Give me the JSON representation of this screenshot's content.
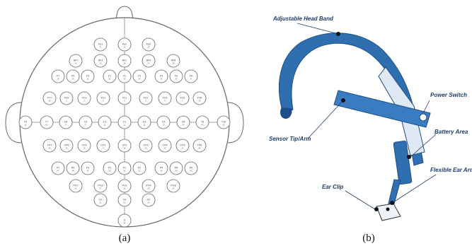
{
  "panel_a": {
    "caption": "(a)",
    "electrodes": [
      {
        "name": "Fp1",
        "num": "21"
      },
      {
        "name": "Fpz",
        "num": "22"
      },
      {
        "name": "Fp2",
        "num": "23"
      },
      {
        "name": "AF7",
        "num": "24"
      },
      {
        "name": "AF3",
        "num": "25"
      },
      {
        "name": "AFz",
        "num": "26"
      },
      {
        "name": "AF4",
        "num": "27"
      },
      {
        "name": "AF8",
        "num": "28"
      },
      {
        "name": "F7",
        "num": "29"
      },
      {
        "name": "F5",
        "num": "30"
      },
      {
        "name": "F3",
        "num": "31"
      },
      {
        "name": "F1",
        "num": "32"
      },
      {
        "name": "Fz",
        "num": "33"
      },
      {
        "name": "F2",
        "num": "34"
      },
      {
        "name": "F4",
        "num": "35"
      },
      {
        "name": "F6",
        "num": "36"
      },
      {
        "name": "F8",
        "num": "37"
      },
      {
        "name": "FT7",
        "num": "38"
      },
      {
        "name": "FC5",
        "num": "1"
      },
      {
        "name": "FC3",
        "num": "2"
      },
      {
        "name": "FC1",
        "num": "3"
      },
      {
        "name": "FCz",
        "num": "4"
      },
      {
        "name": "FC2",
        "num": "5"
      },
      {
        "name": "FC4",
        "num": "6"
      },
      {
        "name": "FC6",
        "num": "7"
      },
      {
        "name": "FT8",
        "num": "39"
      },
      {
        "name": "T9",
        "num": "42"
      },
      {
        "name": "T7",
        "num": "41"
      },
      {
        "name": "C5",
        "num": "8"
      },
      {
        "name": "C3",
        "num": "9"
      },
      {
        "name": "C1",
        "num": "10"
      },
      {
        "name": "Cz",
        "num": "11"
      },
      {
        "name": "C2",
        "num": "12"
      },
      {
        "name": "C4",
        "num": "13"
      },
      {
        "name": "C6",
        "num": "14"
      },
      {
        "name": "T8",
        "num": "42"
      },
      {
        "name": "T10",
        "num": "43"
      },
      {
        "name": "TP7",
        "num": "45"
      },
      {
        "name": "CP5",
        "num": "15"
      },
      {
        "name": "CP3",
        "num": "16"
      },
      {
        "name": "CP1",
        "num": "17"
      },
      {
        "name": "CPz",
        "num": "18"
      },
      {
        "name": "CP2",
        "num": "19"
      },
      {
        "name": "CP4",
        "num": "20"
      },
      {
        "name": "CP6",
        "num": "21"
      },
      {
        "name": "TP8",
        "num": "46"
      },
      {
        "name": "P7",
        "num": "47"
      },
      {
        "name": "P5",
        "num": "48"
      },
      {
        "name": "P3",
        "num": "49"
      },
      {
        "name": "P1",
        "num": "50"
      },
      {
        "name": "Pz",
        "num": "51"
      },
      {
        "name": "P2",
        "num": "52"
      },
      {
        "name": "P4",
        "num": "53"
      },
      {
        "name": "P6",
        "num": "54"
      },
      {
        "name": "P8",
        "num": "55"
      },
      {
        "name": "PO7",
        "num": "56"
      },
      {
        "name": "PO3",
        "num": "57"
      },
      {
        "name": "POz",
        "num": "58"
      },
      {
        "name": "PO4",
        "num": "59"
      },
      {
        "name": "PO8",
        "num": "60"
      },
      {
        "name": "O1",
        "num": "61"
      },
      {
        "name": "Oz",
        "num": "62"
      },
      {
        "name": "O2",
        "num": "63"
      },
      {
        "name": "Iz",
        "num": "64"
      }
    ]
  },
  "panel_b": {
    "caption": "(b)",
    "callouts": {
      "head_band": "Adjustable Head Band",
      "power_switch": "Power Switch",
      "sensor_tip": "Sensor Tip/Arm",
      "battery_area": "Battery Area",
      "flexible_ear_arm": "Flexible Ear Arm",
      "ear_clip": "Ear Clip"
    },
    "colors": {
      "device_blue": "#2f6fb0",
      "device_dark": "#1d4f8a",
      "callout_text": "#1d3f6b"
    }
  }
}
